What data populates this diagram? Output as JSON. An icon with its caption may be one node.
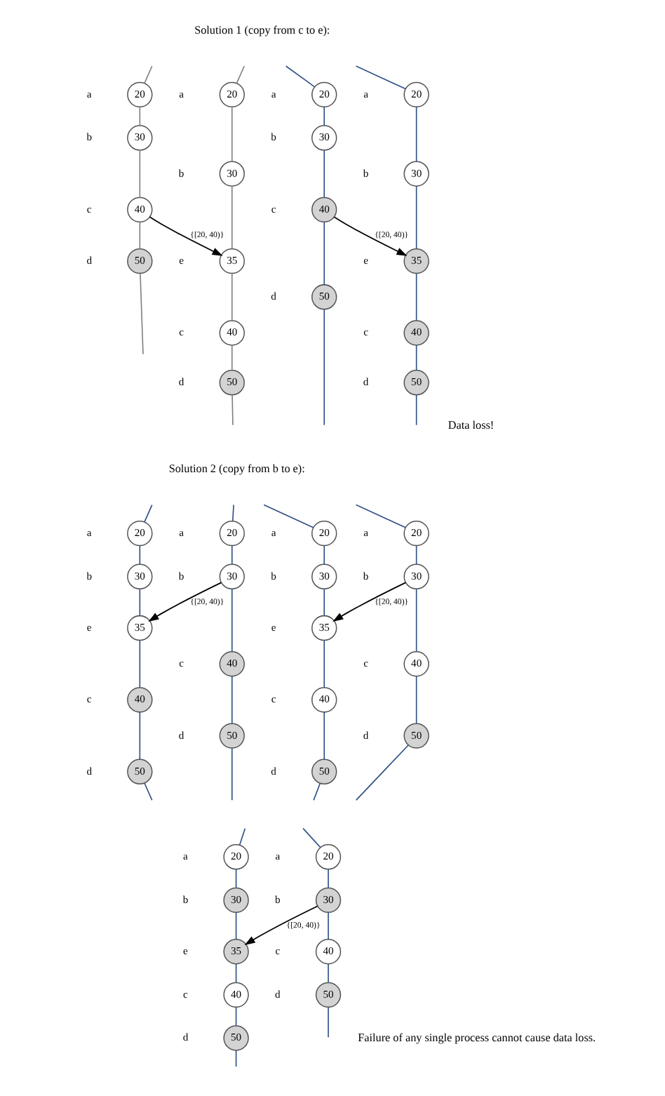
{
  "diagram": {
    "nodes": [
      {
        "text": [
          "20"
        ],
        "beside": [
          "a"
        ]
      },
      {
        "text": [
          "30"
        ],
        "beside": [
          "b"
        ]
      },
      {
        "text": [
          "40"
        ],
        "beside": [
          "c"
        ]
      },
      {
        "text": [
          "50"
        ],
        "beside": [
          "d"
        ]
      },
      {
        "text": [
          "20"
        ],
        "beside": [
          "a"
        ]
      },
      {
        "text": [
          "30"
        ],
        "beside": [
          "b"
        ]
      },
      {
        "text": [
          "35"
        ],
        "beside": [
          "e"
        ]
      },
      {
        "text": [
          "40"
        ],
        "beside": [
          "c"
        ]
      },
      {
        "text": [
          "50"
        ],
        "beside": [
          "d"
        ]
      },
      {
        "text": [
          "20"
        ],
        "beside": [
          "a"
        ]
      },
      {
        "text": [
          "30"
        ],
        "beside": [
          "b"
        ]
      },
      {
        "text": [
          "40"
        ],
        "beside": [
          "c"
        ]
      },
      {
        "text": [
          "50"
        ],
        "beside": [
          "d"
        ]
      },
      {
        "text": [
          "20"
        ],
        "beside": [
          "a"
        ]
      },
      {
        "text": [
          "30"
        ],
        "beside": [
          "b"
        ]
      },
      {
        "text": [
          "35"
        ],
        "beside": [
          "e"
        ]
      },
      {
        "text": [
          "40"
        ],
        "beside": [
          "c"
        ]
      },
      {
        "text": [
          "50"
        ],
        "beside": [
          "d"
        ]
      },
      {
        "text": [
          "20"
        ],
        "beside": [
          "a"
        ]
      },
      {
        "text": [
          "30"
        ],
        "beside": [
          "b"
        ]
      },
      {
        "text": [
          "40"
        ],
        "beside": [
          "c"
        ]
      },
      {
        "text": [
          "50"
        ],
        "beside": [
          "d"
        ]
      },
      {
        "text": [
          "20"
        ],
        "beside": [
          "a"
        ]
      },
      {
        "text": [
          "30"
        ],
        "beside": [
          "b"
        ]
      },
      {
        "text": [
          "35"
        ],
        "beside": [
          "e"
        ]
      },
      {
        "text": [
          "40"
        ],
        "beside": [
          "c"
        ]
      },
      {
        "text": [
          "50"
        ],
        "beside": [
          "d"
        ]
      },
      {
        "text": [
          "20"
        ],
        "beside": [
          "a"
        ]
      },
      {
        "text": [
          "30"
        ],
        "beside": [
          "b"
        ]
      },
      {
        "text": [
          "40"
        ],
        "beside": [
          "c"
        ]
      },
      {
        "text": [
          "50"
        ],
        "beside": [
          "d"
        ]
      },
      {
        "text": [
          "20"
        ],
        "beside": [
          "a"
        ]
      },
      {
        "text": [
          "30"
        ],
        "beside": [
          "b"
        ]
      },
      {
        "text": [
          "35"
        ],
        "beside": [
          "e"
        ]
      },
      {
        "text": [
          "40"
        ],
        "beside": [
          "c"
        ]
      },
      {
        "text": [
          "50"
        ],
        "beside": [
          "d"
        ]
      },
      {
        "text": [
          "20"
        ],
        "beside": [
          "a"
        ]
      },
      {
        "text": [
          "30"
        ],
        "beside": [
          "b"
        ]
      },
      {
        "text": [
          "40"
        ],
        "beside": [
          "c"
        ]
      },
      {
        "text": [
          "50"
        ],
        "beside": [
          "d"
        ]
      },
      {
        "text": [
          "20"
        ],
        "beside": [
          "a"
        ]
      },
      {
        "text": [
          "30"
        ],
        "beside": [
          "b"
        ]
      },
      {
        "text": [
          "35"
        ],
        "beside": [
          "e"
        ]
      },
      {
        "text": [
          "40"
        ],
        "beside": [
          "c"
        ]
      },
      {
        "text": [
          "50"
        ],
        "beside": [
          "d"
        ]
      }
    ],
    "edges": [
      {
        "from": null,
        "to": 0,
        "arrow": "none",
        "color": "#808080"
      },
      {
        "from": 0,
        "to": 1,
        "arrow": "none",
        "color": "#808080"
      },
      {
        "from": 1,
        "to": 2,
        "arrow": "none",
        "color": "#808080"
      },
      {
        "from": 2,
        "to": 3,
        "arrow": "none",
        "color": "#808080"
      },
      {
        "from": 3,
        "to": null,
        "arrow": "none",
        "color": "#808080"
      },
      {
        "from": null,
        "to": 4,
        "arrow": "none",
        "color": "#808080"
      },
      {
        "from": 4,
        "to": 5,
        "arrow": "none",
        "color": "#808080"
      },
      {
        "from": 5,
        "to": 6,
        "arrow": "none",
        "color": "#808080"
      },
      {
        "from": 6,
        "to": 7,
        "arrow": "none",
        "color": "#808080"
      },
      {
        "from": 7,
        "to": 8,
        "arrow": "none",
        "color": "#808080"
      },
      {
        "from": 8,
        "to": null,
        "arrow": "none",
        "color": "#808080"
      },
      {
        "from": 2,
        "to": 6,
        "arrow": "to",
        "label": "{[20, 40)}",
        "color": "#000000"
      },
      {
        "from": null,
        "to": 9,
        "arrow": "none"
      },
      {
        "from": 9,
        "to": 10,
        "arrow": "none"
      },
      {
        "from": 10,
        "to": 11,
        "arrow": "none"
      },
      {
        "from": 11,
        "to": 12,
        "arrow": "none"
      },
      {
        "from": 12,
        "to": null,
        "arrow": "none"
      },
      {
        "from": null,
        "to": 13,
        "arrow": "none"
      },
      {
        "from": 13,
        "to": 14,
        "arrow": "none"
      },
      {
        "from": 14,
        "to": 15,
        "arrow": "none"
      },
      {
        "from": 15,
        "to": 16,
        "arrow": "none"
      },
      {
        "from": 16,
        "to": 17,
        "arrow": "none"
      },
      {
        "from": 17,
        "to": null,
        "arrow": "none"
      },
      {
        "from": 11,
        "to": 15,
        "arrow": "to",
        "label": "{[20, 40)}",
        "color": "#000000"
      },
      {
        "from": null,
        "to": 18,
        "arrow": "none"
      },
      {
        "from": 18,
        "to": 19,
        "arrow": "none"
      },
      {
        "from": 19,
        "to": 20,
        "arrow": "none"
      },
      {
        "from": 20,
        "to": 21,
        "arrow": "none"
      },
      {
        "from": 21,
        "to": null,
        "arrow": "none"
      },
      {
        "from": null,
        "to": 22,
        "arrow": "none"
      },
      {
        "from": 22,
        "to": 23,
        "arrow": "none"
      },
      {
        "from": 23,
        "to": 24,
        "arrow": "none"
      },
      {
        "from": 24,
        "to": 25,
        "arrow": "none"
      },
      {
        "from": 25,
        "to": 26,
        "arrow": "none"
      },
      {
        "from": 26,
        "to": null,
        "arrow": "none"
      },
      {
        "from": 19,
        "to": 24,
        "arrow": "to",
        "label": "{[20, 40)}",
        "color": "#000000"
      },
      {
        "from": null,
        "to": 27,
        "arrow": "none"
      },
      {
        "from": 27,
        "to": 28,
        "arrow": "none"
      },
      {
        "from": 28,
        "to": 29,
        "arrow": "none"
      },
      {
        "from": 29,
        "to": 30,
        "arrow": "none"
      },
      {
        "from": 30,
        "to": null,
        "arrow": "none"
      },
      {
        "from": null,
        "to": 31,
        "arrow": "none"
      },
      {
        "from": 31,
        "to": 32,
        "arrow": "none"
      },
      {
        "from": 32,
        "to": 33,
        "arrow": "none"
      },
      {
        "from": 33,
        "to": 34,
        "arrow": "none"
      },
      {
        "from": 34,
        "to": 35,
        "arrow": "none"
      },
      {
        "from": 35,
        "to": null,
        "arrow": "none"
      },
      {
        "from": 28,
        "to": 33,
        "arrow": "to",
        "label": "{[20, 40)}",
        "color": "#000000"
      },
      {
        "from": null,
        "to": 36,
        "arrow": "none"
      },
      {
        "from": 36,
        "to": 37,
        "arrow": "none"
      },
      {
        "from": 37,
        "to": 38,
        "arrow": "none"
      },
      {
        "from": 38,
        "to": 39,
        "arrow": "none"
      },
      {
        "from": 39,
        "to": null,
        "arrow": "none"
      },
      {
        "from": null,
        "to": 40,
        "arrow": "none"
      },
      {
        "from": 40,
        "to": 41,
        "arrow": "none"
      },
      {
        "from": 41,
        "to": 42,
        "arrow": "none"
      },
      {
        "from": 42,
        "to": 43,
        "arrow": "none"
      },
      {
        "from": 43,
        "to": 44,
        "arrow": "none"
      },
      {
        "from": 44,
        "to": null,
        "arrow": "none"
      },
      {
        "from": 37,
        "to": 42,
        "arrow": "to",
        "label": "{[20, 40)}",
        "color": "#000000"
      }
    ],
    "labels": [
      "Solution 1 (copy from c to e):",
      "Data loss!",
      "Solution 2 (copy from b to e):",
      "Failure of any single process cannot cause data loss."
    ]
  }
}
